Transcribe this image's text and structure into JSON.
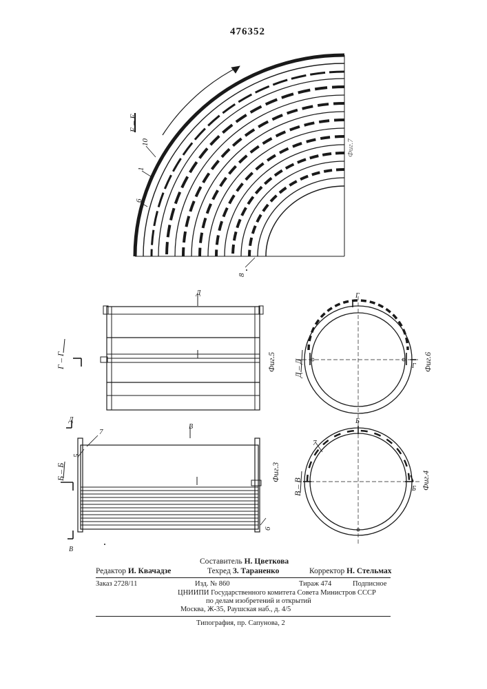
{
  "patent_number": "476352",
  "figures": {
    "fig7": {
      "caption": "Фиг.7",
      "section": "Е – Е",
      "ref_10": "10",
      "ref_1": "1",
      "ref_6": "6",
      "ref_8": "8"
    },
    "fig5": {
      "caption": "Фиг.5",
      "section": "Г – Г",
      "cut_mark": "Д"
    },
    "fig6": {
      "caption": "Фиг.6",
      "section": "Д – Д",
      "cut_mark": "Г"
    },
    "fig3": {
      "caption": "Фиг.3",
      "section": "Б – Б",
      "cut_mark_top": "Д",
      "cut_mark_right": "В",
      "cut_mark_bottom": "В",
      "ref_7": "7",
      "ref_5": "5",
      "ref_6": "6"
    },
    "fig4": {
      "caption": "Фиг.4",
      "section": "В – В",
      "cut_mark": "Б",
      "ref_7": "7"
    }
  },
  "credits": {
    "compiler_role": "Составитель",
    "compiler_name": "Н. Цветкова",
    "editor_role": "Редактор",
    "editor_name": "И. Квачадзе",
    "tech_role": "Техред",
    "tech_name": "З. Тараненко",
    "corrector_role": "Корректор",
    "corrector_name": "Н. Стельмах"
  },
  "footer": {
    "order": "Заказ 2728/11",
    "edition": "Изд. № 860",
    "print_run": "Тираж 474",
    "subscription": "Подписное",
    "org_line1": "ЦНИИПИ Государственного комитета Совета Министров СССР",
    "org_line2": "по делам изобретений и открытий",
    "address": "Москва, Ж-35, Раушская наб., д. 4/5",
    "printer": "Типография, пр. Сапунова, 2"
  }
}
